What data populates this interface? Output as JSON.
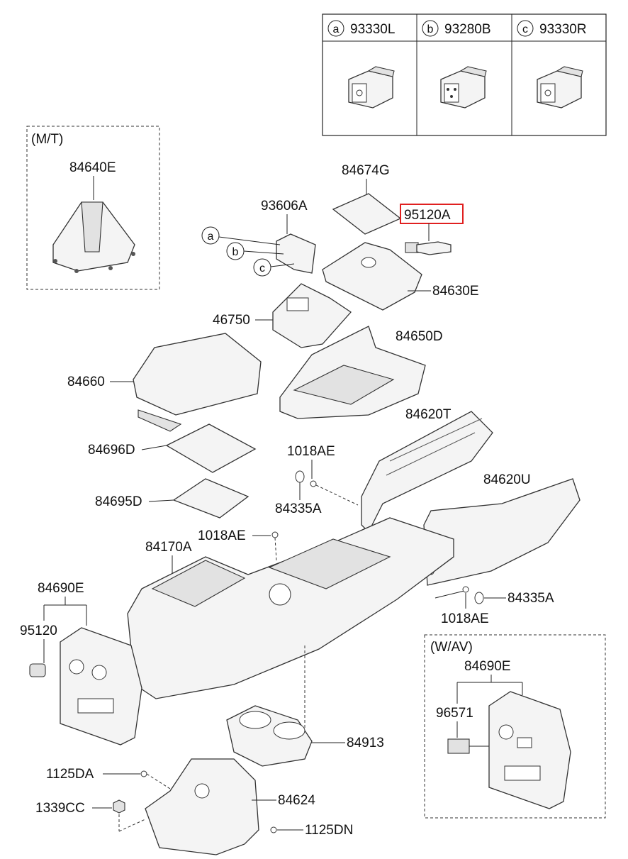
{
  "legend_table": {
    "cols": [
      {
        "letter": "a",
        "part": "93330L"
      },
      {
        "letter": "b",
        "part": "93280B"
      },
      {
        "letter": "c",
        "part": "93330R"
      }
    ]
  },
  "variants": {
    "mt": {
      "label": "(M/T)",
      "part": "84640E"
    },
    "wav": {
      "label": "(W/AV)",
      "part_top": "84690E",
      "part_switch": "96571"
    }
  },
  "callouts": {
    "a": "a",
    "b": "b",
    "c": "c"
  },
  "labels": {
    "p84674G": "84674G",
    "p95120A": "95120A",
    "p93606A": "93606A",
    "p84630E": "84630E",
    "p46750": "46750",
    "p84650D": "84650D",
    "p84660": "84660",
    "p84620T": "84620T",
    "p84696D": "84696D",
    "p1018AE_a": "1018AE",
    "p84620U": "84620U",
    "p84695D": "84695D",
    "p84335A_a": "84335A",
    "p1018AE_b": "1018AE",
    "p84170A": "84170A",
    "p84690E": "84690E",
    "p84335A_b": "84335A",
    "p95120": "95120",
    "p1018AE_c": "1018AE",
    "p84913": "84913",
    "p1125DA": "1125DA",
    "p84624": "84624",
    "p1339CC": "1339CC",
    "p1125DN": "1125DN"
  },
  "highlight": "95120A"
}
